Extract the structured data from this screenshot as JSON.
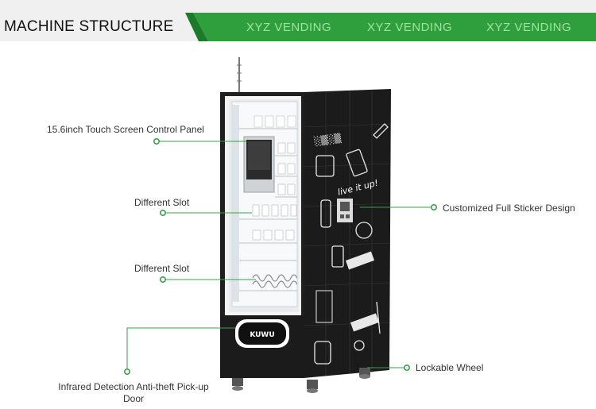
{
  "header": {
    "title": "MACHINE STRUCTURE",
    "brand_tags": [
      "XYZ VENDING",
      "XYZ VENDING",
      "XYZ VENDING"
    ],
    "brand_color": "#2f9e3d"
  },
  "callouts": {
    "touch_screen": "15.6inch Touch Screen Control Panel",
    "slot_upper": "Different Slot",
    "slot_lower": "Different Slot",
    "sticker": "Customized Full Sticker Design",
    "wheel": "Lockable Wheel",
    "pickup_door": "Infrared Detection Anti-theft Pick-up Door"
  },
  "machine": {
    "logo_text": "KUWU",
    "sticker_slogan": "live it up!",
    "accent_color": "#2ea84a"
  }
}
